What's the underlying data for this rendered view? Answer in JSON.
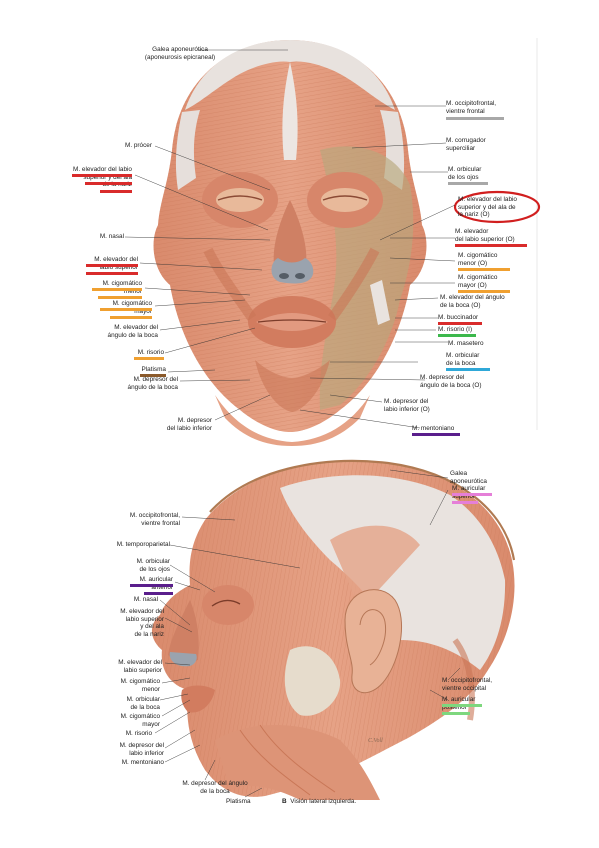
{
  "colors": {
    "red": "#d92b2b",
    "orange": "#f0a030",
    "purple": "#5a1e8c",
    "green": "#3cb84c",
    "cyan": "#2fa8d8",
    "gray": "#a8a8a8",
    "brown": "#8b5a2b",
    "pink": "#e57fd8",
    "lightgreen": "#7ed77e",
    "circle": "#d11f1f",
    "muscle": "#dd9477",
    "muscle_dark": "#c97757",
    "tendon": "#e9e3df",
    "skin": "#e8b99a"
  },
  "top": {
    "labels": {
      "galea": "Galea aponeurótica",
      "galea2": "(aponeurosis epicraneal)",
      "occipitofrontal": "M. occipitofrontal,",
      "occipitofrontal2": "vientre frontal",
      "corrugador": "M. corrugador",
      "corrugador2": "superciliar",
      "procer": "M. prócer",
      "elev_ala_l1": "M. elevador del labio",
      "elev_ala_l2": "superior y del ala",
      "elev_ala_l3": "de la nariz",
      "orbicular_ojos": "M. orbicular",
      "orbicular_ojos2": "de los ojos",
      "elev_ala_r1": "M. elevador del labio",
      "elev_ala_r2": "superior y del ala de",
      "elev_ala_r3": "la nariz (O)",
      "nasal": "M. nasal",
      "elev_labio_r1": "M. elevador",
      "elev_labio_r2": "del labio superior (O)",
      "elev_labio_l1": "M. elevador del",
      "elev_labio_l2": "labio superior",
      "cig_menor_r1": "M. cigomático",
      "cig_menor_r2": "menor (O)",
      "cig_menor_l1": "M. cigomático",
      "cig_menor_l2": "menor",
      "cig_mayor_r1": "M. cigomático",
      "cig_mayor_r2": "mayor (O)",
      "cig_mayor_l1": "M. cigomático",
      "cig_mayor_l2": "mayor",
      "elev_angulo_r1": "M. elevador del ángulo",
      "elev_angulo_r2": "de la boca (O)",
      "elev_angulo_l1": "M. elevador del",
      "elev_angulo_l2": "ángulo de la boca",
      "buccinador": "M. buccinador",
      "risorio_r": "M. risorio (I)",
      "risorio_l": "M. risorio",
      "masetero": "M. masetero",
      "platisma": "Platisma",
      "orbicular_boca1": "M. orbicular",
      "orbicular_boca2": "de la boca",
      "dep_angulo_l1": "M. depresor del",
      "dep_angulo_l2": "ángulo de la boca",
      "dep_angulo_r1": "M. depresor del",
      "dep_angulo_r2": "ángulo de la boca (O)",
      "dep_labio_r1": "M. depresor del",
      "dep_labio_r2": "labio inferior (O)",
      "dep_labio_l1": "M. depresor",
      "dep_labio_l2": "del labio inferior",
      "mentoniano": "M. mentoniano"
    }
  },
  "bottom": {
    "labels": {
      "galea1": "Galea",
      "galea2": "aponeurótica",
      "aur_sup1": "M. auricular",
      "aur_sup2": "superior",
      "occ_front1": "M. occipitofrontal,",
      "occ_front2": "vientre frontal",
      "temporoparietal": "M. temporoparietal",
      "orb_ojos1": "M. orbicular",
      "orb_ojos2": "de los ojos",
      "aur_ant1": "M. auricular",
      "aur_ant2": "anterior",
      "nasal": "M. nasal",
      "elev_ala1": "M. elevador del",
      "elev_ala2": "labio superior",
      "elev_ala3": "y del ala",
      "elev_ala4": "de la nariz",
      "elev_labio1": "M. elevador del",
      "elev_labio2": "labio superior",
      "cig_menor1": "M. cigomático",
      "cig_menor2": "menor",
      "orb_boca1": "M. orbicular",
      "orb_boca2": "de la boca",
      "cig_mayor1": "M. cigomático",
      "cig_mayor2": "mayor",
      "risorio": "M. risorio",
      "dep_labio1": "M. depresor del",
      "dep_labio2": "labio inferior",
      "mentoniano": "M. mentoniano",
      "dep_angulo1": "M. depresor del ángulo",
      "dep_angulo2": "de la boca",
      "platisma": "Platisma",
      "occ_occ1": "M. occipitofrontal,",
      "occ_occ2": "vientre occipital",
      "aur_post1": "M. auricular",
      "aur_post2": "posterior",
      "caption_letter": "B",
      "caption": "Visión lateral izquierda."
    }
  }
}
